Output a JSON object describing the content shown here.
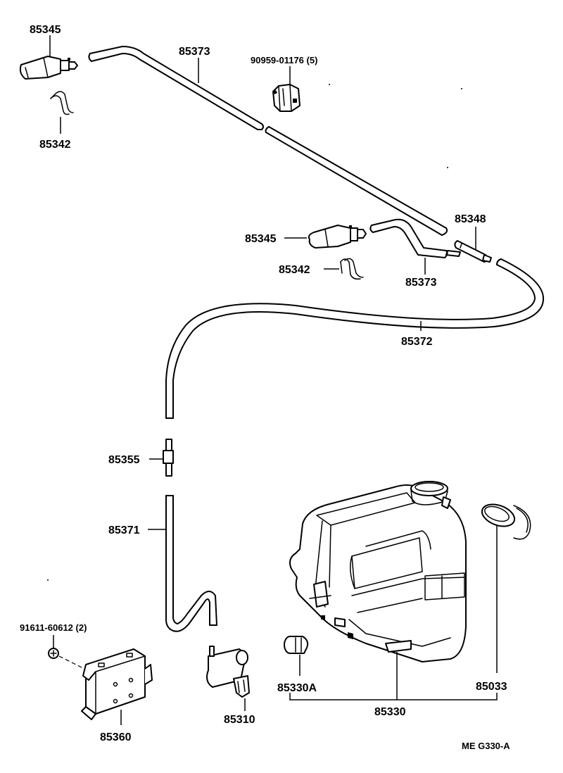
{
  "labels": {
    "nozzle_top": "85345",
    "hose_top": "85373",
    "clamp_note": "90959-01176 (5)",
    "clip_top": "85342",
    "joint": "85348",
    "nozzle_mid": "85345",
    "clip_mid": "85342",
    "hose_mid": "85373",
    "hose_long": "85372",
    "check_valve": "85355",
    "hose_lower": "85371",
    "bolt_note": "91611-60612 (2)",
    "bracket": "85360",
    "pump": "85310",
    "grommet": "85330A",
    "tank": "85330",
    "cap": "85033",
    "diagram_code": "ME  G330-A"
  }
}
